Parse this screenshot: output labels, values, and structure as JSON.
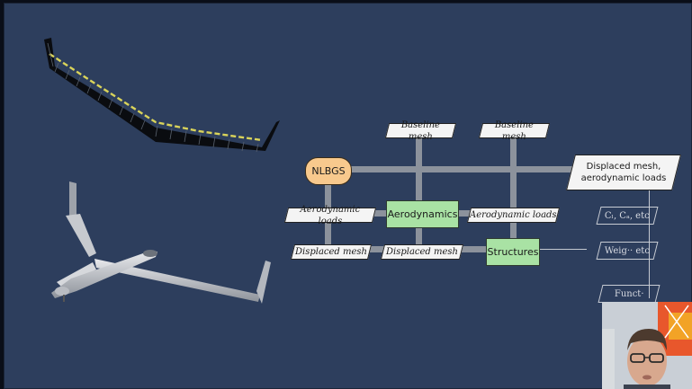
{
  "diagram": {
    "solver_label": "NLBGS",
    "aero_label": "Aerodynamics",
    "struct_label": "Structures",
    "baseline_mesh_1": "Baseline mesh",
    "baseline_mesh_2": "Baseline mesh",
    "displaced_mesh_loads": "Displaced mesh, aerodynamic loads",
    "aero_loads_left": "Aerodynamic loads",
    "aero_loads_right": "Aerodynamic loads",
    "displaced_mesh_left": "Displaced mesh",
    "displaced_mesh_mid": "Displaced mesh",
    "coeffs_output": "Cₗ, Cₐ, etc",
    "weight_output": "Weig·· etc",
    "functions_output": "Funct·"
  },
  "colors": {
    "slide_background": "#2d3e5d",
    "discipline_fill": "#a9e2a4",
    "solver_fill": "#f8c98d",
    "pipe": "#8c929c"
  }
}
